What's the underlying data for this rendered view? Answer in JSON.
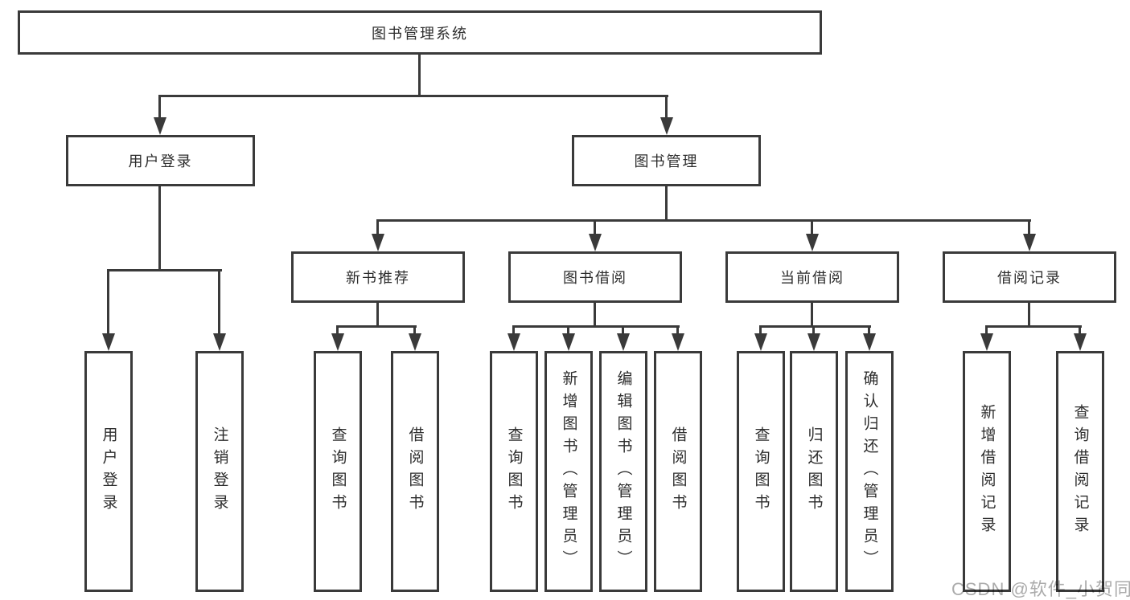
{
  "diagram": {
    "nodes": {
      "root": "图书管理系统",
      "user_login": "用户登录",
      "book_management": "图书管理",
      "new_book_recommend": "新书推荐",
      "book_borrowing": "图书借阅",
      "current_borrowing": "当前借阅",
      "borrowing_records": "借阅记录"
    },
    "leaves": {
      "user_login": [
        "用户登录",
        "注销登录"
      ],
      "new_book_recommend": [
        "查询图书",
        "借阅图书"
      ],
      "book_borrowing": [
        "查询图书",
        "新增图书（管理员）",
        "编辑图书（管理员）",
        "借阅图书"
      ],
      "current_borrowing": [
        "查询图书",
        "归还图书",
        "确认归还（管理员）"
      ],
      "borrowing_records": [
        "新增借阅记录",
        "查询借阅记录"
      ]
    },
    "watermark": "CSDN @软件_小贺同学",
    "colors": {
      "line": "#3a3a3a",
      "text": "#2d2d2d",
      "box_fill": "#ffffff",
      "watermark": "#ababab",
      "background": "#ffffff"
    }
  }
}
